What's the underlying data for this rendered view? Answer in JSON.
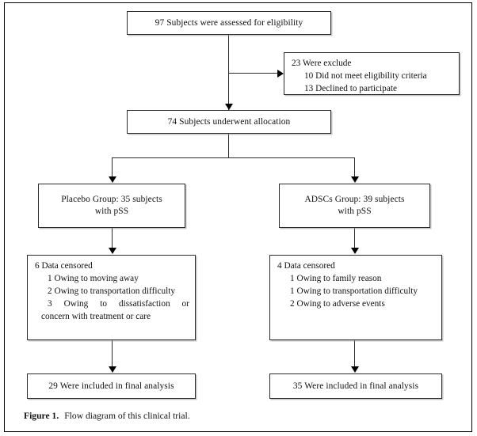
{
  "figure": {
    "caption_label": "Figure 1.",
    "caption_text": "Flow diagram of this clinical trial."
  },
  "nodes": {
    "assessed": {
      "text": "97 Subjects were assessed for eligibility"
    },
    "excluded": {
      "head": "23 Were exclude",
      "items": [
        "10 Did not meet eligibility criteria",
        "13 Declined to participate"
      ]
    },
    "allocation": {
      "text": "74 Subjects underwent allocation"
    },
    "placebo_group": {
      "line1": "Placebo Group: 35 subjects",
      "line2": "with pSS"
    },
    "adscs_group": {
      "line1": "ADSCs Group: 39 subjects",
      "line2": "with pSS"
    },
    "censored_left": {
      "head": "6 Data censored",
      "items": [
        "1 Owing to moving away",
        "2 Owing to transportation difficulty"
      ],
      "wrapped_item": {
        "num": "3",
        "part1": "Owing",
        "part2": "to",
        "part3": "dissatisfaction",
        "part4": "or",
        "line2": "concern with treatment or care"
      }
    },
    "censored_right": {
      "head": "4 Data censored",
      "items": [
        "1 Owing to family reason",
        "1 Owing to transportation difficulty",
        "2 Owing to adverse events"
      ]
    },
    "final_left": {
      "text": "29 Were included in final analysis"
    },
    "final_right": {
      "text": "35 Were included in final analysis"
    }
  },
  "chart_data": {
    "type": "flowchart",
    "title": "Flow diagram of this clinical trial",
    "nodes": [
      {
        "id": "assessed",
        "label": "97 Subjects were assessed for eligibility",
        "value": 97
      },
      {
        "id": "excluded",
        "label": "23 Were exclude",
        "value": 23,
        "children": [
          {
            "label": "10 Did not meet eligibility criteria",
            "value": 10
          },
          {
            "label": "13 Declined to participate",
            "value": 13
          }
        ]
      },
      {
        "id": "allocation",
        "label": "74 Subjects underwent allocation",
        "value": 74
      },
      {
        "id": "placebo_group",
        "label": "Placebo Group: 35 subjects with pSS",
        "value": 35
      },
      {
        "id": "adscs_group",
        "label": "ADSCs Group: 39 subjects with pSS",
        "value": 39
      },
      {
        "id": "censored_left",
        "label": "6 Data censored",
        "value": 6,
        "children": [
          {
            "label": "1 Owing to moving away",
            "value": 1
          },
          {
            "label": "2 Owing to transportation difficulty",
            "value": 2
          },
          {
            "label": "3 Owing to dissatisfaction or concern with treatment or care",
            "value": 3
          }
        ]
      },
      {
        "id": "censored_right",
        "label": "4 Data censored",
        "value": 4,
        "children": [
          {
            "label": "1 Owing to family reason",
            "value": 1
          },
          {
            "label": "1 Owing to transportation difficulty",
            "value": 1
          },
          {
            "label": "2 Owing to adverse events",
            "value": 2
          }
        ]
      },
      {
        "id": "final_left",
        "label": "29 Were included in final analysis",
        "value": 29
      },
      {
        "id": "final_right",
        "label": "35 Were included in final analysis",
        "value": 35
      }
    ],
    "edges": [
      {
        "from": "assessed",
        "to": "excluded"
      },
      {
        "from": "assessed",
        "to": "allocation"
      },
      {
        "from": "allocation",
        "to": "placebo_group"
      },
      {
        "from": "allocation",
        "to": "adscs_group"
      },
      {
        "from": "placebo_group",
        "to": "censored_left"
      },
      {
        "from": "adscs_group",
        "to": "censored_right"
      },
      {
        "from": "censored_left",
        "to": "final_left"
      },
      {
        "from": "censored_right",
        "to": "final_right"
      }
    ]
  }
}
